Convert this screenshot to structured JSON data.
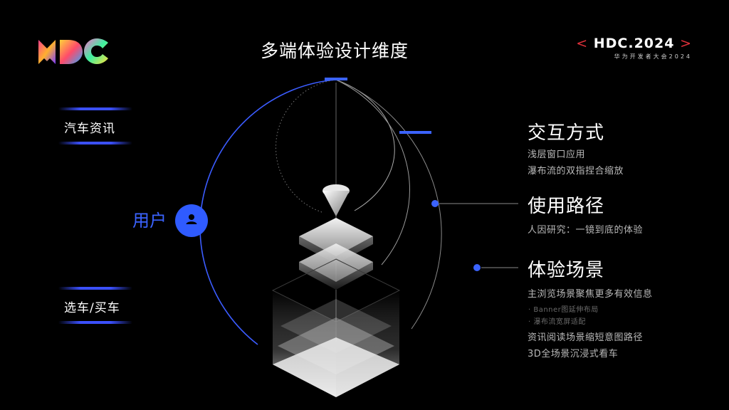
{
  "title": "多端体验设计维度",
  "brand": {
    "open": "<",
    "text": "HDC.2024",
    "close": ">",
    "subtitle": "华为开发者大会2024",
    "logo": "HDC"
  },
  "left_categories": [
    {
      "label": "汽车资讯"
    },
    {
      "label": "选车/买车"
    }
  ],
  "user": {
    "label": "用户",
    "icon": "user-icon"
  },
  "dimensions": [
    {
      "title": "交互方式",
      "items": [
        "浅层窗口应用",
        "瀑布流的双指捏合缩放"
      ]
    },
    {
      "title": "使用路径",
      "items": [
        "人因研究：一镜到底的体验"
      ]
    },
    {
      "title": "体验场景",
      "items": [
        "主浏览场景聚焦更多有效信息"
      ],
      "subitems": [
        "· Banner图延伸布局",
        "· 瀑布流宽屏适配"
      ],
      "items_after": [
        "资讯阅读场景缩短意图路径",
        "3D全场景沉浸式看车"
      ]
    }
  ],
  "colors": {
    "accent_blue": "#3b63ff",
    "arc_blue": "#3b5cff",
    "brand_red": "#e0303a",
    "background": "#000000"
  }
}
